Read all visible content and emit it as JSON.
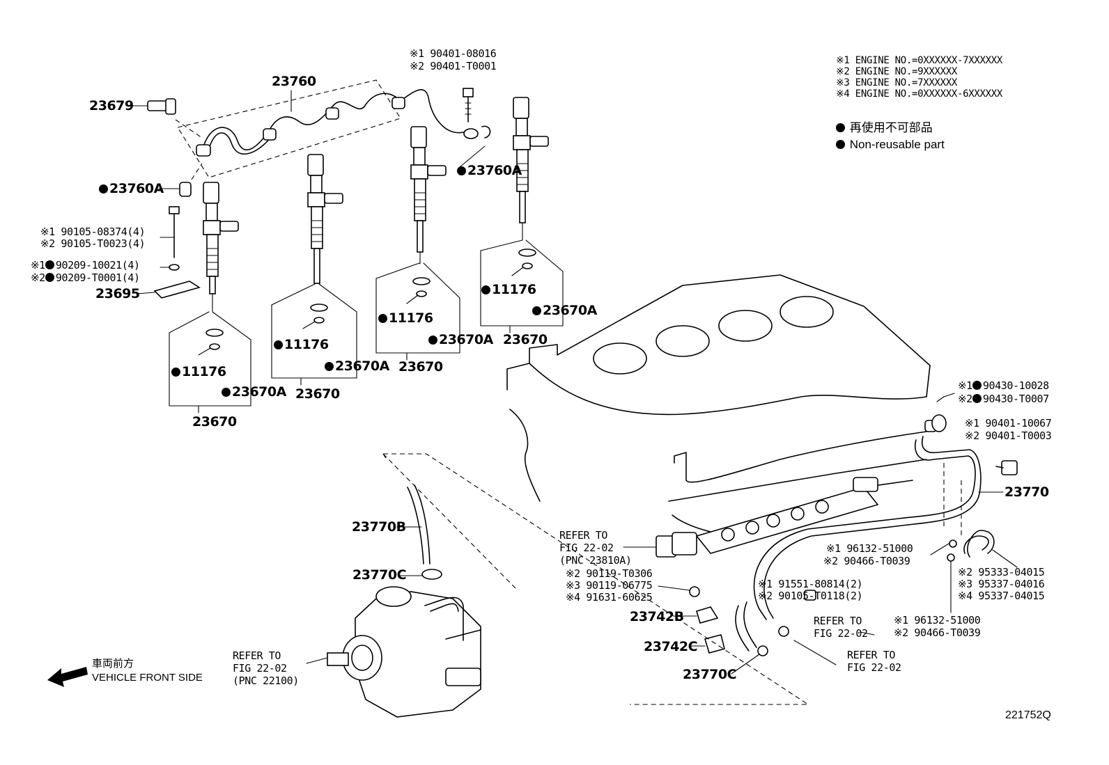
{
  "engine_notes": [
    "※1 ENGINE NO.=0XXXXXX-7XXXXXX",
    "※2 ENGINE NO.=9XXXXXX",
    "※3 ENGINE NO.=7XXXXXX",
    "※4 ENGINE NO.=0XXXXXX-6XXXXXX"
  ],
  "legend": {
    "jp": "再使用不可部品",
    "en": "Non-reusable part"
  },
  "vehicle_front": {
    "jp": "車両前方",
    "en": "VEHICLE FRONT SIDE"
  },
  "figure_id": "221752Q",
  "labels": {
    "l_23679": "23679",
    "l_23760": "23760",
    "l_bolt_top_1": "※1 90401-08016",
    "l_bolt_top_2": "※2 90401-T0001",
    "l_23760a_left": "23760A",
    "l_23760a_right": "23760A",
    "l_bolt_left_1": "※1 90105-08374(4)",
    "l_bolt_left_2": "※2 90105-T0023(4)",
    "l_washer_1_pre": "※1",
    "l_washer_1": "90209-10021(4)",
    "l_washer_2_pre": "※2",
    "l_washer_2": "90209-T0001(4)",
    "l_23695": "23695",
    "inj1_a": "11176",
    "inj1_b": "23670A",
    "inj1_c": "23670",
    "inj2_a": "11176",
    "inj2_b": "23670A",
    "inj2_c": "23670",
    "inj3_a": "11176",
    "inj3_b": "23670A",
    "inj3_c": "23670",
    "inj4_a": "11176",
    "inj4_b": "23670A",
    "inj4_c": "23670",
    "l_nut_1_pre": "※1",
    "l_nut_1": "90430-10028",
    "l_nut_2_pre": "※2",
    "l_nut_2": "90430-T0007",
    "l_bolt_r_1": "※1 90401-10067",
    "l_bolt_r_2": "※2 90401-T0003",
    "l_23770": "23770",
    "l_23770b": "23770B",
    "l_23770c_top": "23770C",
    "l_23770c_bot": "23770C",
    "l_23742b": "23742B",
    "l_23742c": "23742C",
    "ref_rail": [
      "REFER TO",
      "FIG 22-02",
      "(PNC 23810A)"
    ],
    "ref_pump": [
      "REFER TO",
      "FIG 22-02",
      "(PNC 22100)"
    ],
    "ref_hose1": [
      "REFER TO",
      "FIG 22-02"
    ],
    "ref_hose2": [
      "REFER TO",
      "FIG 22-02"
    ],
    "l_clip_a_1": "※1 96132-51000",
    "l_clip_a_2": "※2 90466-T0039",
    "l_clip_b_1": "※1 96132-51000",
    "l_clip_b_2": "※2 90466-T0039",
    "l_bracket_bolt": [
      "※2 90119-T0306",
      "※3 90119-06775",
      "※4 91631-60625"
    ],
    "l_stud": [
      "※1 91551-80814(2)",
      "※2 90105-T0118(2)"
    ],
    "l_hose_small": [
      "※2 95333-04015",
      "※3 95337-04016",
      "※4 95337-04015"
    ]
  }
}
